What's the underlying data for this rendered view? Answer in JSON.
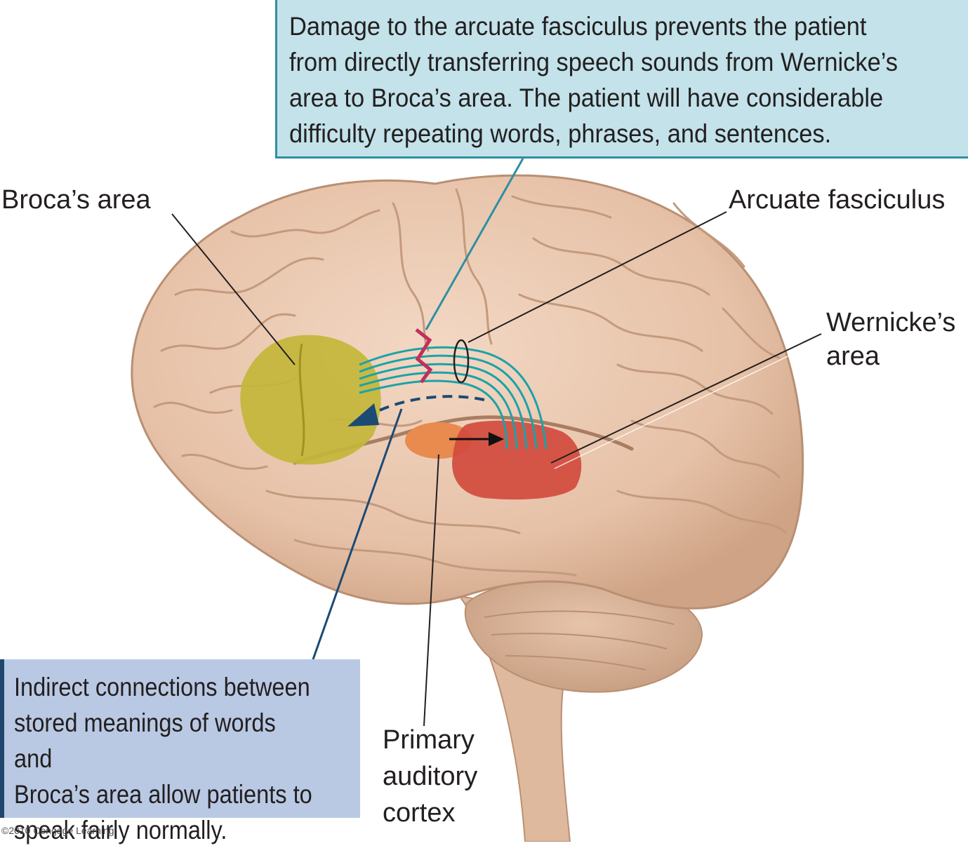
{
  "labels": {
    "brocas_area": "Broca’s area",
    "arcuate_fasciculus": "Arcuate fasciculus",
    "wernickes_area": "Wernicke’s\narea",
    "primary_auditory_cortex": "Primary\nauditory\ncortex"
  },
  "callouts": {
    "top": "Damage to the arcuate fasciculus prevents the patient\nfrom directly transferring speech sounds from Wernicke’s\narea to Broca’s area. The patient will have considerable\ndifficulty repeating words, phrases, and sentences.",
    "bottom": "Indirect connections between\nstored meanings of words and\nBroca’s area allow patients to\nspeak fairly normally."
  },
  "credit": "©2010 Cengage Learning",
  "colors": {
    "brain": "#e9c6ad",
    "brocas_area": "#c3b63a",
    "wernickes_area": "#d2483b",
    "auditory_cortex": "#e98a4f",
    "fasciculus": "#1aa3a8",
    "damage": "#c0305a",
    "indirect_arrow": "#1b4a74",
    "top_box": "#c3e2ea",
    "bottom_box": "#b9c9e3"
  }
}
